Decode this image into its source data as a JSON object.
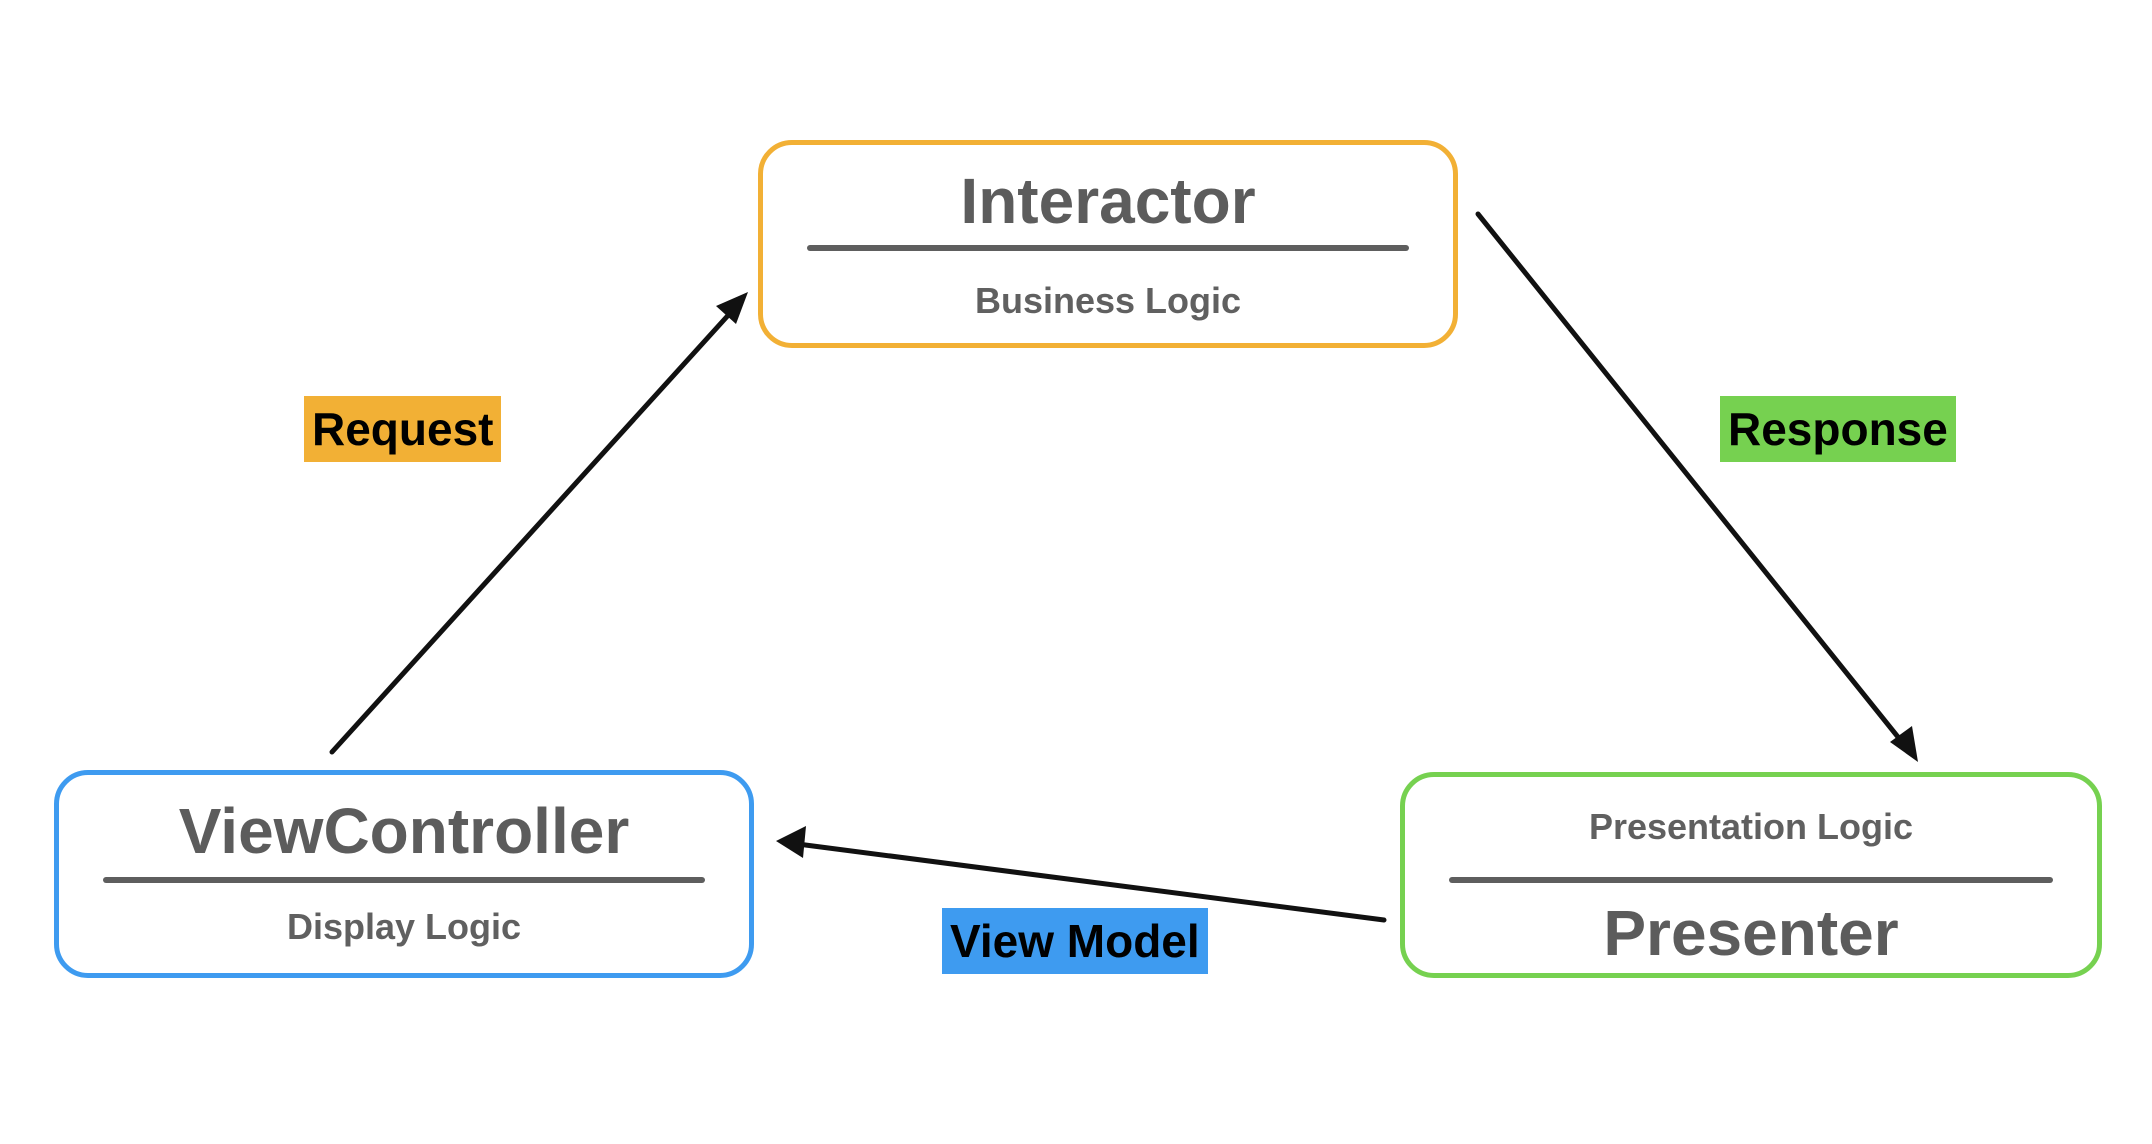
{
  "nodes": {
    "interactor": {
      "title": "Interactor",
      "subtitle": "Business Logic",
      "color": "#F2B035"
    },
    "view_controller": {
      "title": "ViewController",
      "subtitle": "Display Logic",
      "color": "#3E9BF0"
    },
    "presenter": {
      "title": "Presenter",
      "subtitle": "Presentation Logic",
      "color": "#76D150"
    }
  },
  "edges": {
    "request": {
      "label": "Request",
      "color": "#F2B035"
    },
    "response": {
      "label": "Response",
      "color": "#76D150"
    },
    "view_model": {
      "label": "View Model",
      "color": "#3E9BF0"
    }
  }
}
